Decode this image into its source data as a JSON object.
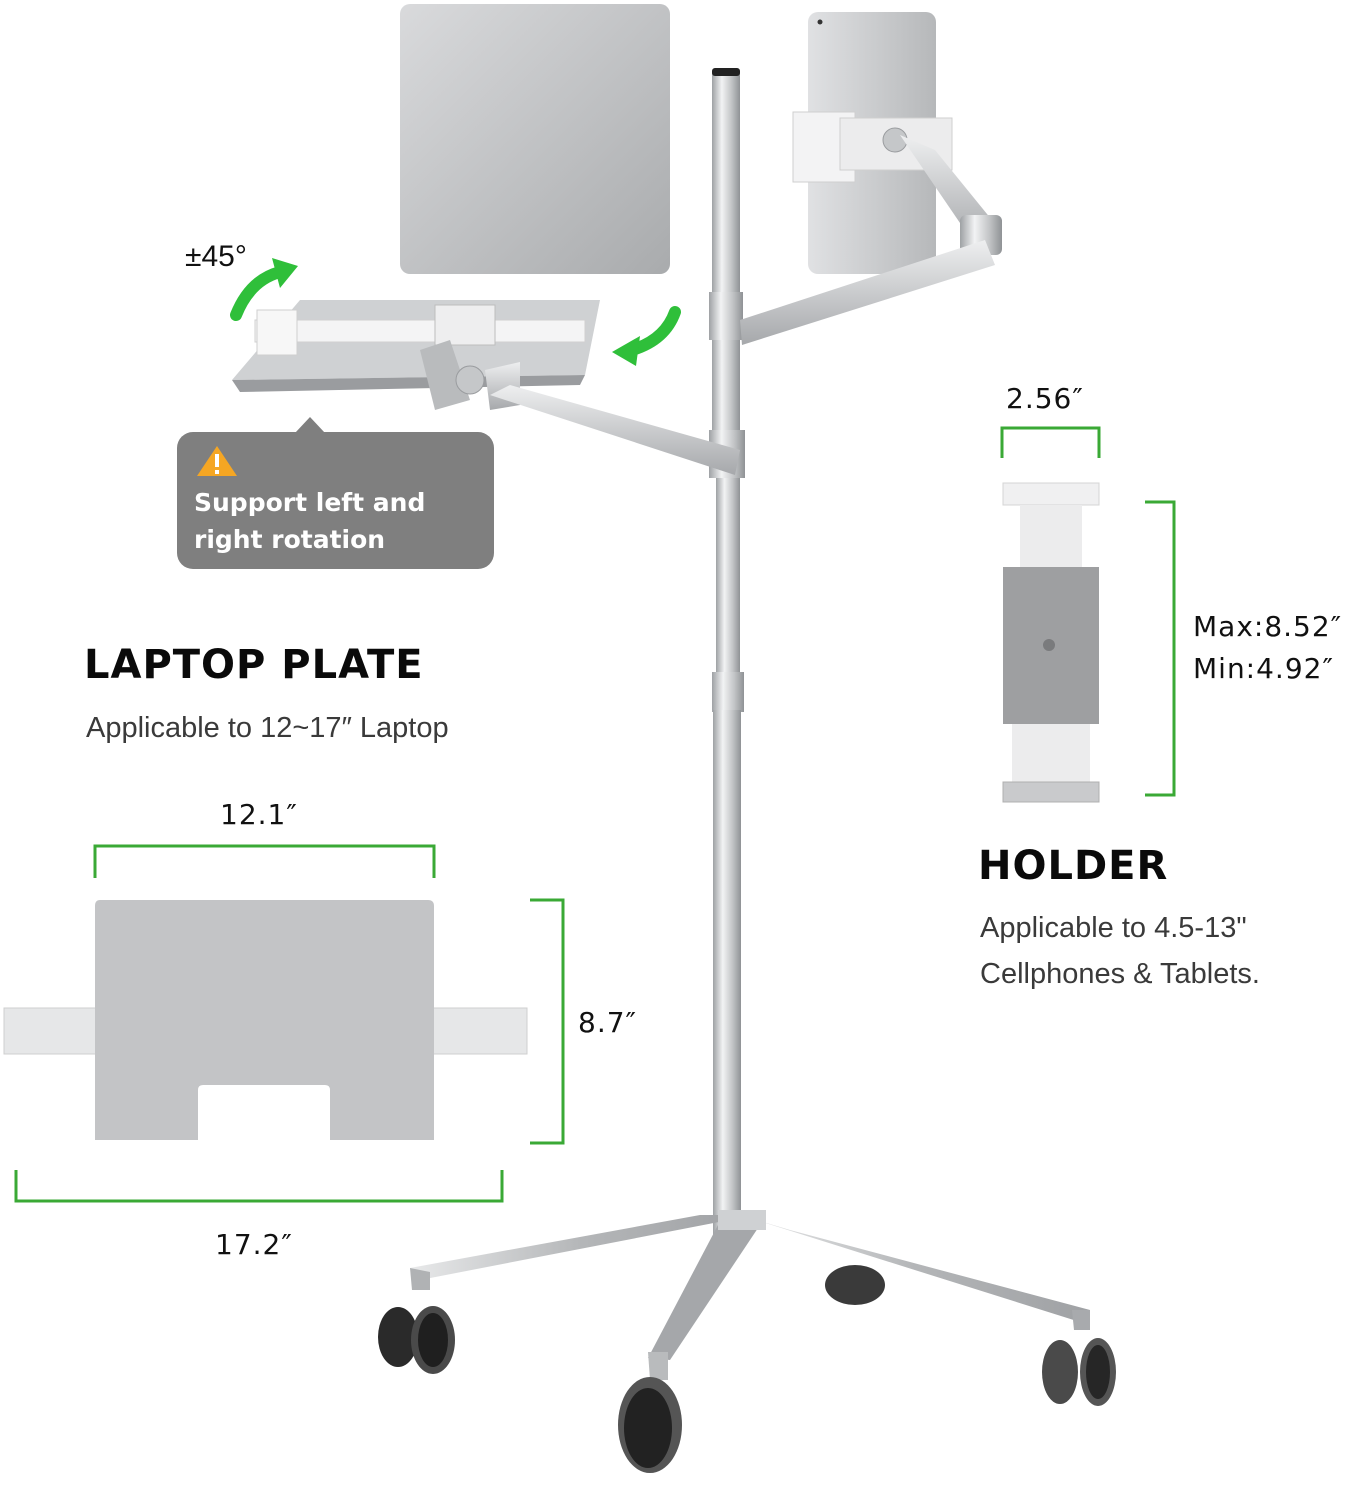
{
  "product": {
    "rotation_label": "±45°",
    "callout": {
      "icon": "warning-triangle-icon",
      "text": "Support left and right rotation"
    }
  },
  "laptop_plate": {
    "title": "LAPTOP PLATE",
    "subtitle": "Applicable to 12~17″ Laptop",
    "dimensions": {
      "top_width": "12.1″",
      "height": "8.7″",
      "total_width": "17.2″"
    }
  },
  "holder": {
    "title": "HOLDER",
    "subtitle_line1": "Applicable to 4.5-13\"",
    "subtitle_line2": "Cellphones & Tablets.",
    "dimensions": {
      "width": "2.56″",
      "max": "Max:8.52″",
      "min": "Min:4.92″"
    }
  },
  "colors": {
    "accent_green": "#3aa935",
    "arrow_green": "#2fbf3a",
    "callout_bg": "#7f7f7f",
    "warning_orange": "#f5a623",
    "aluminum": "#c9cbcd"
  }
}
